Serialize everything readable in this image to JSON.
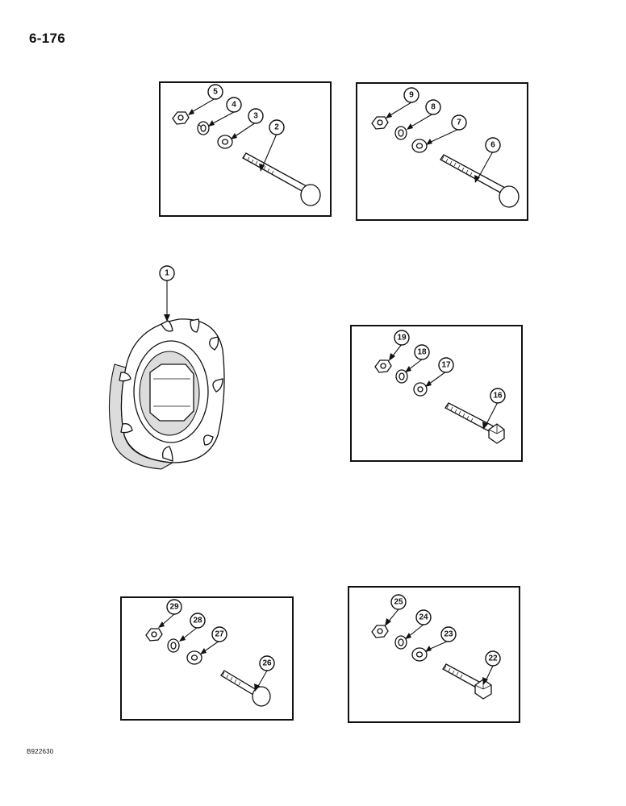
{
  "page": {
    "number": "6-176",
    "ref_code": "B922630"
  },
  "panels": {
    "panel_a": {
      "callouts": [
        "5",
        "4",
        "3",
        "2"
      ]
    },
    "panel_b": {
      "callouts": [
        "9",
        "8",
        "7",
        "6"
      ]
    },
    "panel_c": {
      "callouts": [
        "19",
        "18",
        "17",
        "16"
      ]
    },
    "panel_d": {
      "callouts": [
        "29",
        "28",
        "27",
        "26"
      ]
    },
    "panel_e": {
      "callouts": [
        "25",
        "24",
        "23",
        "22"
      ]
    }
  },
  "weight": {
    "callout": "1"
  }
}
